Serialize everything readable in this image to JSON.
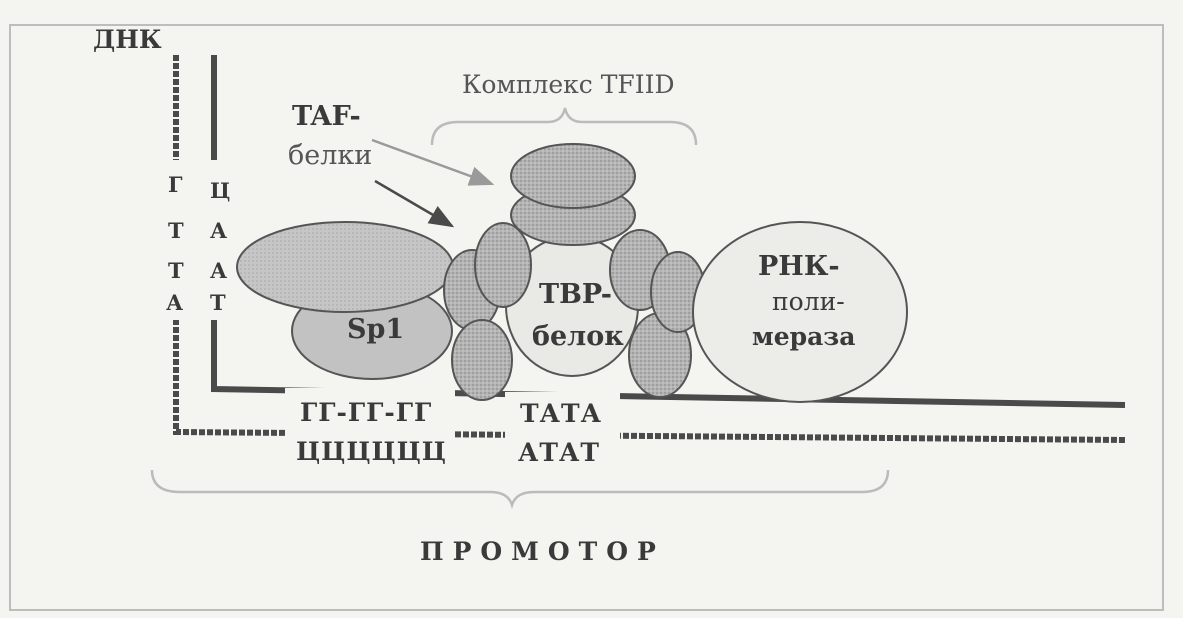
{
  "labels": {
    "dna": "ДНК",
    "complex": "Комплекс TFIID",
    "taf_line1": "TAF-",
    "taf_line2": "белки",
    "sp1": "Sp1",
    "tbp_line1": "TBP-",
    "tbp_line2": "белок",
    "rnap_line1": "РНК-",
    "rnap_line2": "поли-",
    "rnap_line3": "мераза",
    "gc_top": "ГГ-ГГ-ГГ",
    "gc_bottom": "ЦЦЦЦЦЦ",
    "tata_top": "ТАТА",
    "tata_bottom": "АТАТ",
    "promoter": "ПРОМОТОР"
  },
  "strand_left": [
    "Г",
    "Т",
    "Т",
    "А"
  ],
  "strand_right": [
    "Ц",
    "А",
    "А",
    "Т"
  ],
  "colors": {
    "background": "#f4f4f1",
    "frame": "#bdbdbd",
    "line": "#4a4a4a",
    "text": "#3a3a3a",
    "protein_dark": "#a9a9a9",
    "protein_mid": "#c2c2c2",
    "protein_light": "#e9e9e6",
    "bracket": "#bbbbbb"
  }
}
